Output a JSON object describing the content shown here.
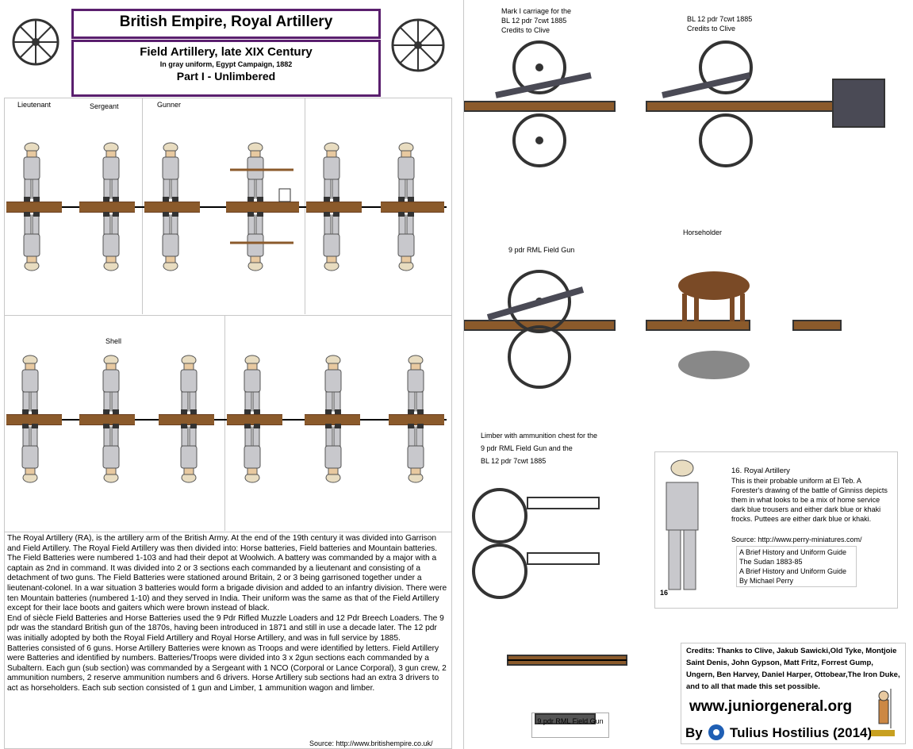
{
  "header": {
    "title": "British Empire, Royal Artillery",
    "subtitle": "Field Artillery, late XIX Century",
    "note": "In gray uniform, Egypt Campaign, 1882",
    "part": "Part I - Unlimbered"
  },
  "figure_labels": {
    "lieutenant": "Lieutenant",
    "sergeant": "Sergeant",
    "gunner": "Gunner",
    "shell": "Shell",
    "mark1": "Mark I carriage for the",
    "mark1_b": "BL 12 pdr 7cwt 1885",
    "mark1_c": "Credits to Clive",
    "bl12": "BL 12 pdr 7cwt 1885",
    "bl12_b": "Credits to Clive",
    "horseholder": "Horseholder",
    "nine_pdr": "9 pdr RML Field Gun",
    "limber_a": "Limber with ammunition chest for the",
    "limber_b": "9 pdr RML Field Gun and the",
    "limber_c": "BL 12 pdr 7cwt 1885",
    "gun_label": "9 pdr RML Field Gun"
  },
  "history": [
    "The Royal Artillery (RA), is the artillery arm of the British Army. At the end of the 19th century it was divided into Garrison and Field Artillery. The Royal Field Artillery was then divided into: Horse batteries, Field batteries and Mountain batteries.",
    "The Field Batteries were numbered 1-103 and had their depot at Woolwich. A battery was commanded by a major with a captain as 2nd in command. It was divided into 2 or 3 sections each commanded by a lieutenant and consisting of a detachment of two guns. The Field Batteries were stationed around Britain, 2 or 3 being garrisoned together under a lieutenant-colonel. In a war situation 3 batteries would form a brigade division and added to an infantry division. There were ten Mountain batteries (numbered 1-10) and they served in India. Their uniform was the same as that of the Field Artillery except for their lace boots and gaiters which were brown instead of black.",
    "End of siècle Field Batteries and Horse Batteries used the 9 Pdr Rifled Muzzle Loaders and 12 Pdr Breech Loaders. The 9 pdr was the standard British gun of the 1870s, having been introduced in 1871 and still in use a decade later. The 12 pdr was initially adopted by both the Royal Field Artillery and Royal Horse Artillery, and was in full service by 1885.",
    "Batteries consisted of 6 guns. Horse Artillery Batteries were known as Troops and were identified by letters. Field Artillery were Batteries and identified by numbers. Batteries/Troops were divided into 3 x 2gun sections each commanded by a Subaltern. Each gun (sub section) was commanded by a Sergeant with 1 NCO (Corporal or Lance Corporal), 3 gun crew, 2 ammunition numbers, 2 reserve ammunition numbers and 6 drivers. Horse Artillery sub sections had an extra 3 drivers to act as horseholders. Each sub section consisted of 1 gun and Limber, 1 ammunition wagon and limber."
  ],
  "source_history": "Source:  http://www.britishempire.co.uk/",
  "uniform": {
    "heading": "16. Royal Artillery",
    "text": "This is their probable uniform at El Teb. A Forester's drawing of the battle of Ginniss depicts them in what looks to be a mix of home service dark blue trousers and either dark blue or khaki frocks. Puttees are either dark blue or khaki.",
    "source": "Source: http://www.perry-miniatures.com/",
    "number": "16",
    "ref1": "A Brief History and Uniform Guide",
    "ref2": "The Sudan 1883-85",
    "ref3": "A Brief History and Uniform Guide",
    "ref4": "By Michael Perry"
  },
  "credits": {
    "text": "Credits: Thanks to Clive, Jakub Sawicki,Old Tyke, Montjoie Saint Denis, John Gypson, Matt Fritz, Forrest Gump, Ungern, Ben Harvey, Daniel Harper, Ottobear,The Iron Duke, and to all that made this set possible.",
    "site": "www.juniorgeneral.org",
    "by": "By",
    "author": "Tulius Hostilius (2014)"
  },
  "colors": {
    "frame": "#5a1f6e",
    "plank": "#8b5a2b",
    "uniform": "#c8c8cc",
    "gun": "#4a4a55",
    "horse": "#7a4a26"
  }
}
